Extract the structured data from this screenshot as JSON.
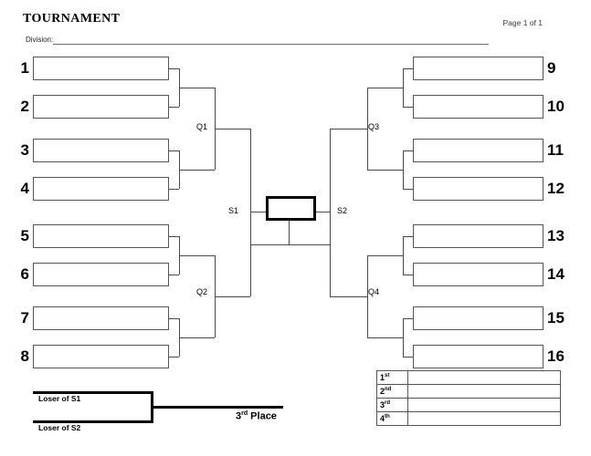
{
  "header": {
    "title": "TOURNAMENT",
    "page_of": "Page 1 of 1",
    "division_label": "Division:"
  },
  "bracket": {
    "left_seeds": [
      "1",
      "2",
      "3",
      "4",
      "5",
      "6",
      "7",
      "8"
    ],
    "right_seeds": [
      "9",
      "10",
      "11",
      "12",
      "13",
      "14",
      "15",
      "16"
    ],
    "round_labels": {
      "q1": "Q1",
      "q2": "Q2",
      "q3": "Q3",
      "q4": "Q4",
      "s1": "S1",
      "s2": "S2"
    }
  },
  "consolation": {
    "top_label": "Loser of S1",
    "bottom_label": "Loser of S2",
    "result_label_main": "3",
    "result_label_sup": "rd",
    "result_label_tail": " Place"
  },
  "placement": {
    "rows": [
      {
        "rank_num": "1",
        "rank_sup": "st",
        "value": ""
      },
      {
        "rank_num": "2",
        "rank_sup": "nd",
        "value": ""
      },
      {
        "rank_num": "3",
        "rank_sup": "rd",
        "value": ""
      },
      {
        "rank_num": "4",
        "rank_sup": "th",
        "value": ""
      }
    ]
  },
  "colors": {
    "line": "#4a4a4a",
    "box_border": "#555555",
    "heavy": "#000000",
    "paper": "#ffffff"
  }
}
